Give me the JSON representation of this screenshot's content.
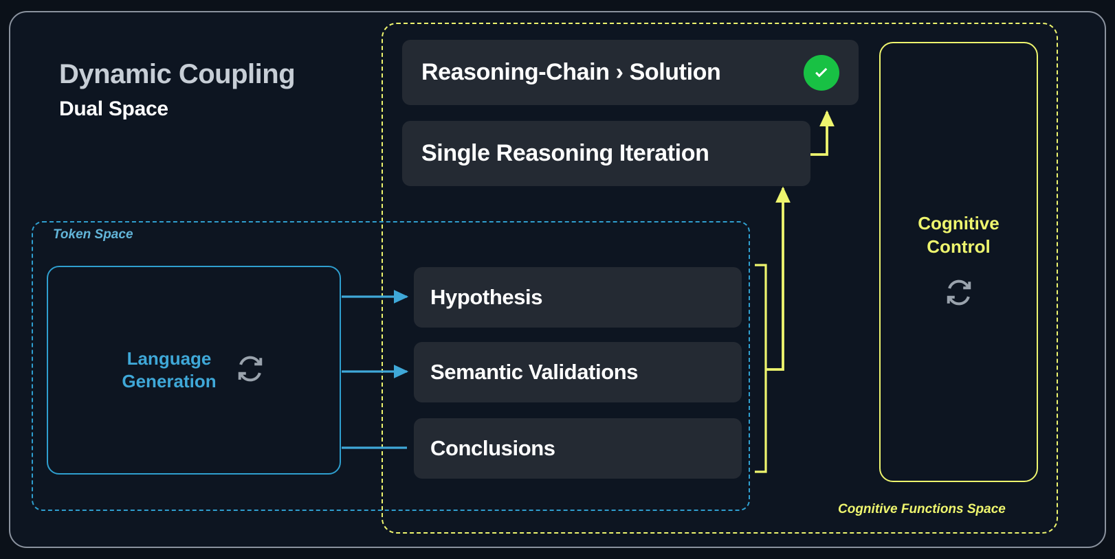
{
  "diagram": {
    "title_main": "Dynamic Coupling",
    "title_sub": "Dual Space",
    "regions": {
      "token_space_label": "Token Space",
      "cognitive_functions_label": "Cognitive Functions Space"
    },
    "token_space": {
      "node_label_line1": "Language",
      "node_label_line2": "Generation",
      "node_icon": "sync-refresh-icon"
    },
    "cognitive_control": {
      "label_line1": "Cognitive",
      "label_line2": "Control",
      "icon": "sync-refresh-icon"
    },
    "cards": {
      "solution": "Reasoning-Chain › Solution",
      "solution_status_icon": "check-circle-icon",
      "iteration": "Single Reasoning Iteration",
      "hypothesis": "Hypothesis",
      "semantic_validations": "Semantic Validations",
      "conclusions": "Conclusions"
    },
    "colors": {
      "background": "#0d1521",
      "frame_border": "#8b939f",
      "card_background": "#242a33",
      "accent_blue": "#3fa8d8",
      "accent_yellow": "#eef56e",
      "status_green": "#18c144",
      "text_primary": "#ffffff",
      "text_muted": "#c7ced6"
    }
  }
}
